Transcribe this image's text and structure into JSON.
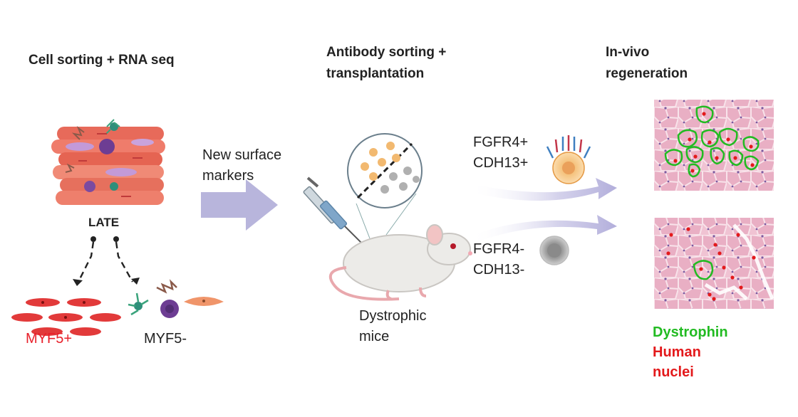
{
  "headers": {
    "col1": "Cell sorting + RNA seq",
    "col2_line1": "Antibody sorting +",
    "col2_line2": "transplantation",
    "col3_line1": "In-vivo",
    "col3_line2": "regeneration"
  },
  "labels": {
    "late": "LATE",
    "myf5_pos": "MYF5+",
    "myf5_neg": "MYF5-",
    "markers_line1": "New surface",
    "markers_line2": "markers",
    "mice_line1": "Dystrophic",
    "mice_line2": "mice",
    "fgfr4_pos": "FGFR4+",
    "cdh13_pos": "CDH13+",
    "fgfr4_neg": "FGFR4-",
    "cdh13_neg": "CDH13-"
  },
  "legend": {
    "dystrophin": "Dystrophin",
    "human_line1": "Human",
    "human_line2": "nuclei"
  },
  "colors": {
    "red_label": "#e8202a",
    "dystrophin_green": "#22bb22",
    "nuclei_red": "#e3191b",
    "arrow_lavender": "#b8b5dc",
    "tissue_pink": "#e8b6c8"
  }
}
